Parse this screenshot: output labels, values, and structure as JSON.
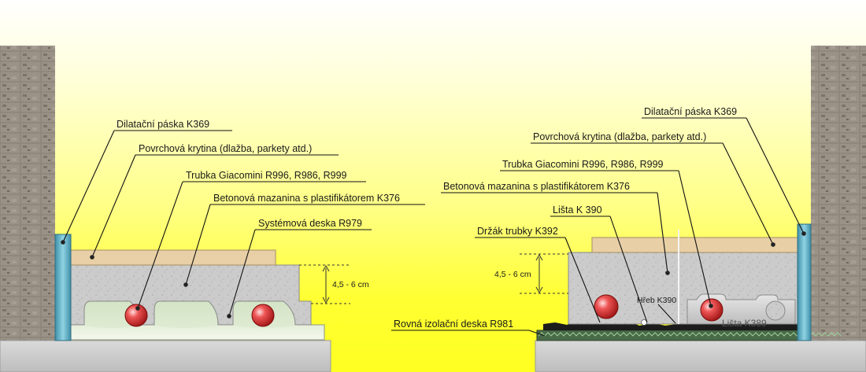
{
  "left": {
    "labels": {
      "dilatacni": "Dilatační páska K369",
      "povrch": "Povrchová krytina (dlažba, parkety atd.)",
      "trubka": "Trubka Giacomini R996, R986, R999",
      "beton": "Betonová mazanina s plastifikátorem K376",
      "deska": "Systémová deska  R979"
    },
    "thickness": "4,5 - 6 cm"
  },
  "right": {
    "labels": {
      "dilatacni": "Dilatační páska K369",
      "povrch": "Povrchová krytina (dlažba, parkety atd.)",
      "trubka": "Trubka Giacomini R996, R986, R999",
      "beton": "Betonová mazanina s plastifikátorem K376",
      "lista": "Lišta K 390",
      "drzak": "Držák trubky K392",
      "izolace": "Rovná izolační deska R981"
    },
    "thickness": "4,5 - 6 cm",
    "hreb": "Hřeb K390",
    "lista_inline": "Lišta K389"
  },
  "colors": {
    "yellow": "#ffff33",
    "brick": "#8c8478",
    "pipe": "#d32f2f",
    "wood": "#e8cfa6",
    "concrete": "#c9c9c9",
    "foundation": "#cfcfcf",
    "strip": "#5fb3c7"
  }
}
